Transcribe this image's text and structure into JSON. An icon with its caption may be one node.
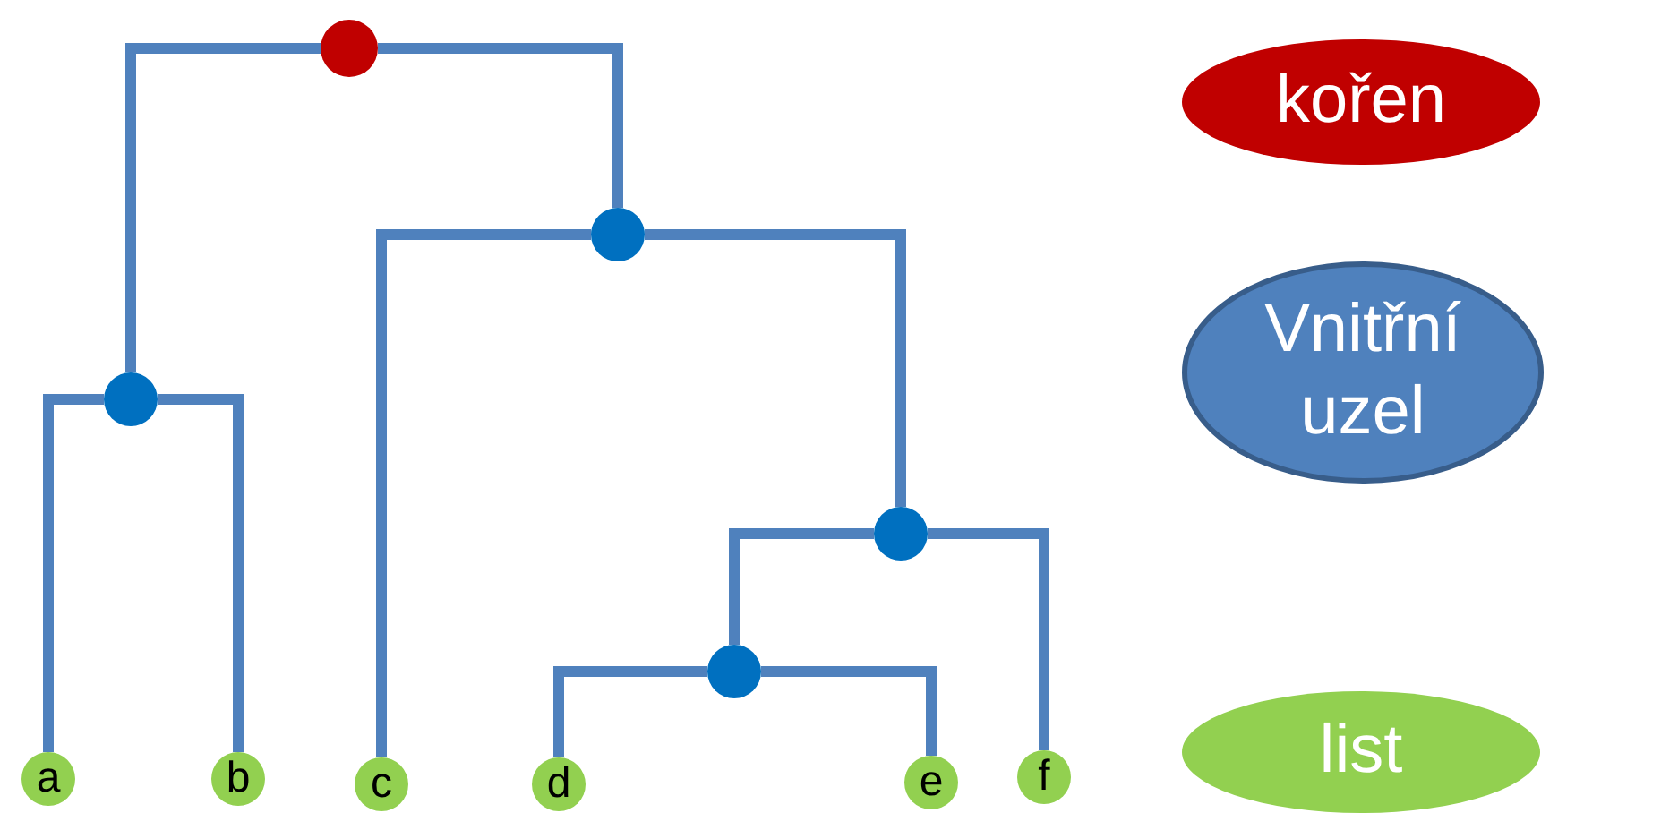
{
  "diagram": {
    "nodes": [
      {
        "text": [],
        "shape": "circle"
      },
      {
        "text": [],
        "shape": "circle"
      },
      {
        "text": [],
        "shape": "circle"
      },
      {
        "text": [],
        "shape": "circle"
      },
      {
        "text": [],
        "shape": "circle"
      },
      {
        "text": [
          "a"
        ]
      },
      {
        "text": [
          "b"
        ]
      },
      {
        "text": [
          "c"
        ]
      },
      {
        "text": [
          "d"
        ]
      },
      {
        "text": [
          "e"
        ]
      },
      {
        "text": [
          "f"
        ]
      },
      {
        "text": [
          "kořen"
        ]
      },
      {
        "text": [
          "Vnitřní uzel"
        ]
      },
      {
        "text": [
          "list"
        ]
      }
    ],
    "edges": [
      {
        "from": 0,
        "to": 2,
        "arrow": "none"
      },
      {
        "from": 0,
        "to": 1,
        "arrow": "none"
      },
      {
        "from": 2,
        "to": 5,
        "arrow": "none"
      },
      {
        "from": 2,
        "to": 6,
        "arrow": "none"
      },
      {
        "from": 1,
        "to": 7,
        "arrow": "none"
      },
      {
        "from": 1,
        "to": 3,
        "arrow": "none"
      },
      {
        "from": 3,
        "to": 4,
        "arrow": "none"
      },
      {
        "from": 3,
        "to": 10,
        "arrow": "none"
      },
      {
        "from": 4,
        "to": 8,
        "arrow": "none"
      },
      {
        "from": 4,
        "to": 9,
        "arrow": "none"
      }
    ]
  }
}
